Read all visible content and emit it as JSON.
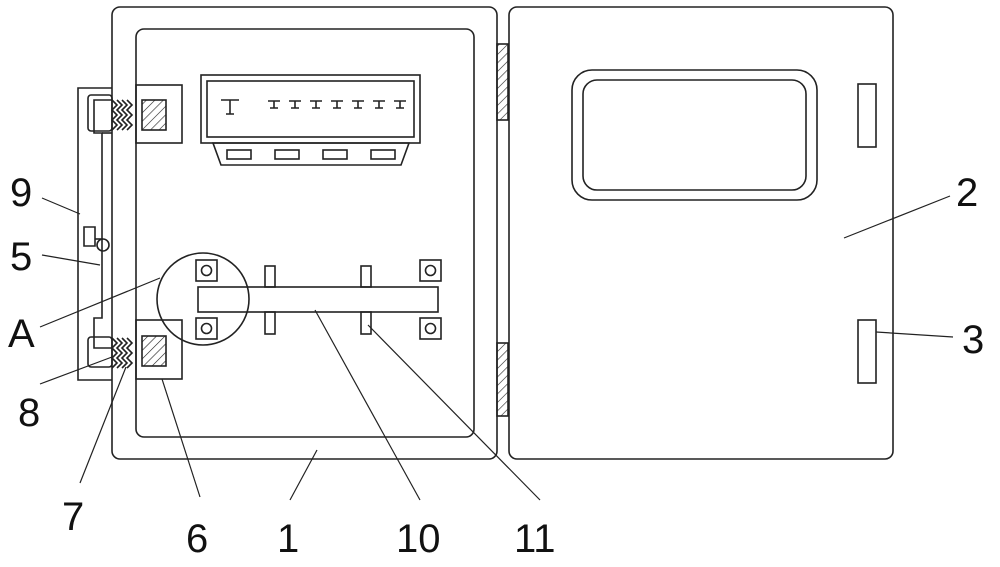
{
  "callouts": {
    "n1": "1",
    "n2": "2",
    "n3": "3",
    "n5": "5",
    "n6": "6",
    "n7": "7",
    "n8": "8",
    "n9": "9",
    "n10": "10",
    "n11": "11",
    "nA": "A"
  },
  "colors": {
    "line": "#222222",
    "background": "#ffffff"
  }
}
